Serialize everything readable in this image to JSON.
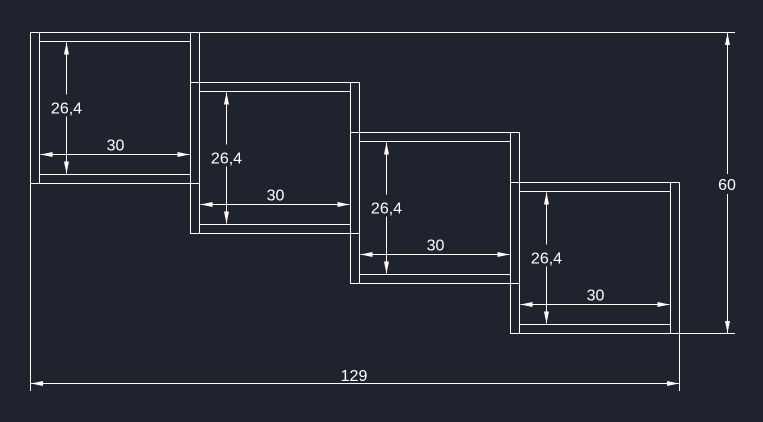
{
  "drawing": {
    "background": "#1f232e",
    "line_color": "#ffffff",
    "boxes": [
      {
        "height_label": "26,4",
        "width_label": "30"
      },
      {
        "height_label": "26,4",
        "width_label": "30"
      },
      {
        "height_label": "26,4",
        "width_label": "30"
      },
      {
        "height_label": "26,4",
        "width_label": "30"
      }
    ],
    "overall_height_label": "60",
    "overall_width_label": "129"
  }
}
